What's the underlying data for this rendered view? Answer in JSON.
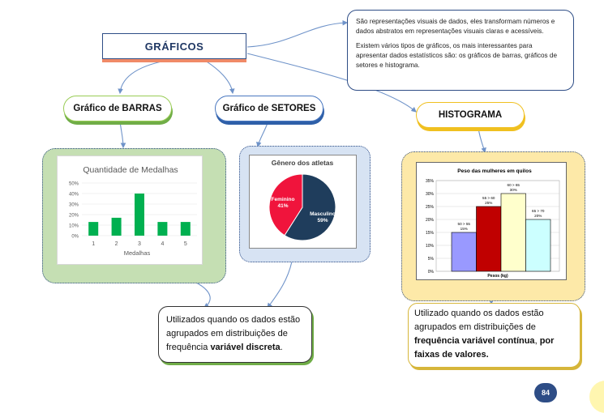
{
  "title": "GRÁFICOS",
  "info": {
    "p1": "São representações visuais de dados, eles transformam números e dados abstratos em representações visuais claras e acessíveis.",
    "p2": "Existem vários tipos de gráficos, os mais interessantes para apresentar dados estatísticos são: os gráficos de barras, gráficos de setores e histograma."
  },
  "nodes": {
    "barras": "Gráfico de BARRAS",
    "setores": "Gráfico de SETORES",
    "histograma": "HISTOGRAMA"
  },
  "notes": {
    "left": {
      "pre": "Utilizados quando os dados estão agrupados em distribuições de frequência ",
      "bold": "variável discreta",
      "post": "."
    },
    "right": {
      "pre": "Utilizado quando os dados estão agrupados em distribuições de ",
      "bold1": "frequência variável contínua",
      "mid": ", ",
      "bold2": "por faixas de valores."
    }
  },
  "page_number": "84",
  "colors": {
    "navy": "#2e4d86",
    "green": "#00b050",
    "salmon": "#f08a67",
    "pie_red": "#f0143c",
    "pie_navy": "#1f3d5c"
  },
  "chart_data": [
    {
      "type": "bar",
      "title": "Quantidade de Medalhas",
      "categories": [
        "1",
        "2",
        "3",
        "4",
        "5"
      ],
      "values": [
        0.13,
        0.17,
        0.4,
        0.13,
        0.13
      ],
      "ylim": [
        0,
        0.5
      ],
      "yticks": [
        "0%",
        "10%",
        "20%",
        "30%",
        "40%",
        "50%"
      ],
      "xlabel": "Medalhas",
      "color": "#00b050"
    },
    {
      "type": "pie",
      "title": "Gênero dos atletas",
      "slices": [
        {
          "label": "Masculino",
          "pct": "59%",
          "value": 59,
          "color": "#1f3d5c"
        },
        {
          "label": "Feminino",
          "pct": "41%",
          "value": 41,
          "color": "#f0143c"
        }
      ]
    },
    {
      "type": "bar",
      "title": "Peso das mulheres em quilos",
      "xlabel": "Pesos (kg)",
      "ylim": [
        0,
        35
      ],
      "yticks": [
        "0%",
        "5%",
        "10%",
        "15%",
        "20%",
        "25%",
        "30%",
        "35%"
      ],
      "bins": [
        {
          "range": "50 > 55",
          "pct": "15%",
          "value": 15,
          "color": "#9999ff"
        },
        {
          "range": "55 > 60",
          "pct": "25%",
          "value": 25,
          "color": "#c00000"
        },
        {
          "range": "60 > 65",
          "pct": "30%",
          "value": 30,
          "color": "#ffffcc"
        },
        {
          "range": "65 > 70",
          "pct": "20%",
          "value": 20,
          "color": "#ccffff"
        }
      ]
    }
  ]
}
